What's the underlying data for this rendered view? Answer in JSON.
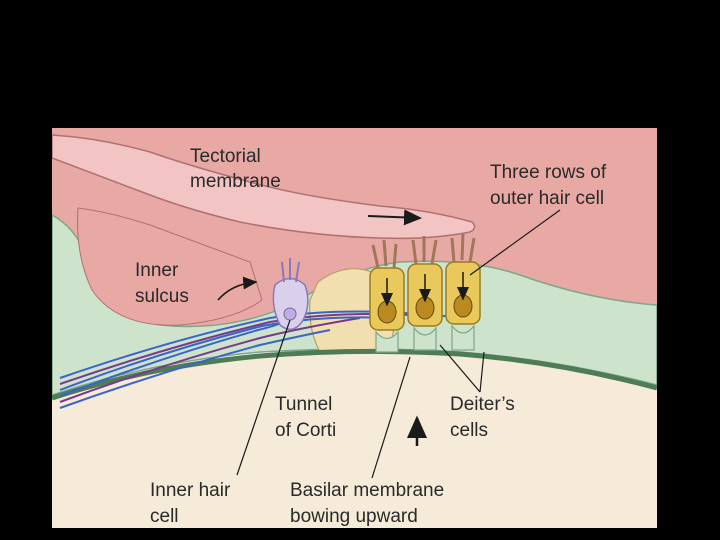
{
  "labels": {
    "tectorial_line1": "Tectorial",
    "tectorial_line2": "membrane",
    "outer_line1": "Three rows of",
    "outer_line2": "outer hair cell",
    "inner_sulcus_line1": "Inner",
    "inner_sulcus_line2": "sulcus",
    "tunnel_line1": "Tunnel",
    "tunnel_line2": "of Corti",
    "deiters_line1": "Deiter’s",
    "deiters_line2": "cells",
    "inner_hair_line1": "Inner hair",
    "inner_hair_line2": "cell",
    "basilar_line1": "Basilar membrane",
    "basilar_line2": "bowing upward"
  },
  "colors": {
    "background": "#000000",
    "panel": "#ffffff",
    "tectorial": "#f3c4c4",
    "tissue_pink": "#e8a8a4",
    "support_green": "#cde3cc",
    "tunnel": "#f2dfb0",
    "outer_hair_cell": "#e9c85c",
    "inner_hair_cell": "#d9d0ec",
    "nerve_blue": "#3a64c8",
    "nerve_purple": "#7a3a8c"
  },
  "icons": {
    "motion_arrow": "arrow-right-icon",
    "upward_arrow": "arrow-up-icon"
  }
}
